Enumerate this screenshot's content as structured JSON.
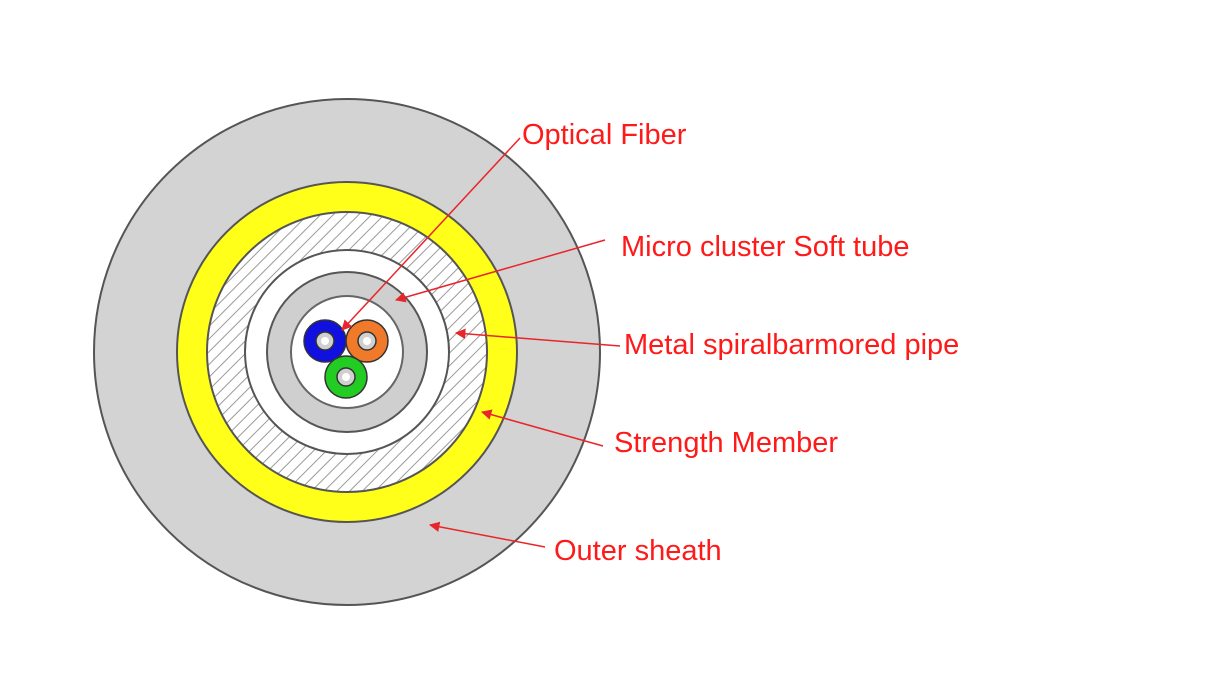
{
  "labels": {
    "optical_fiber": "Optical Fiber",
    "micro_cluster_soft_tube": "Micro cluster Soft tube",
    "metal_spiral_armored_pipe": "Metal spiralbarmored pipe",
    "strength_member": "Strength Member",
    "outer_sheath": "Outer sheath"
  },
  "colors": {
    "label_text": "#ff1a1a",
    "arrow": "#e8252a",
    "outer_sheath": "#d3d3d3",
    "strength_member": "#ffff1a",
    "armor_hatch": "#9a9a9a",
    "soft_tube_gap": "#ffffff",
    "inner_tube": "#cfcfcf",
    "fiber_blue": "#1010e0",
    "fiber_orange": "#f07a2a",
    "fiber_green": "#22cc22"
  }
}
